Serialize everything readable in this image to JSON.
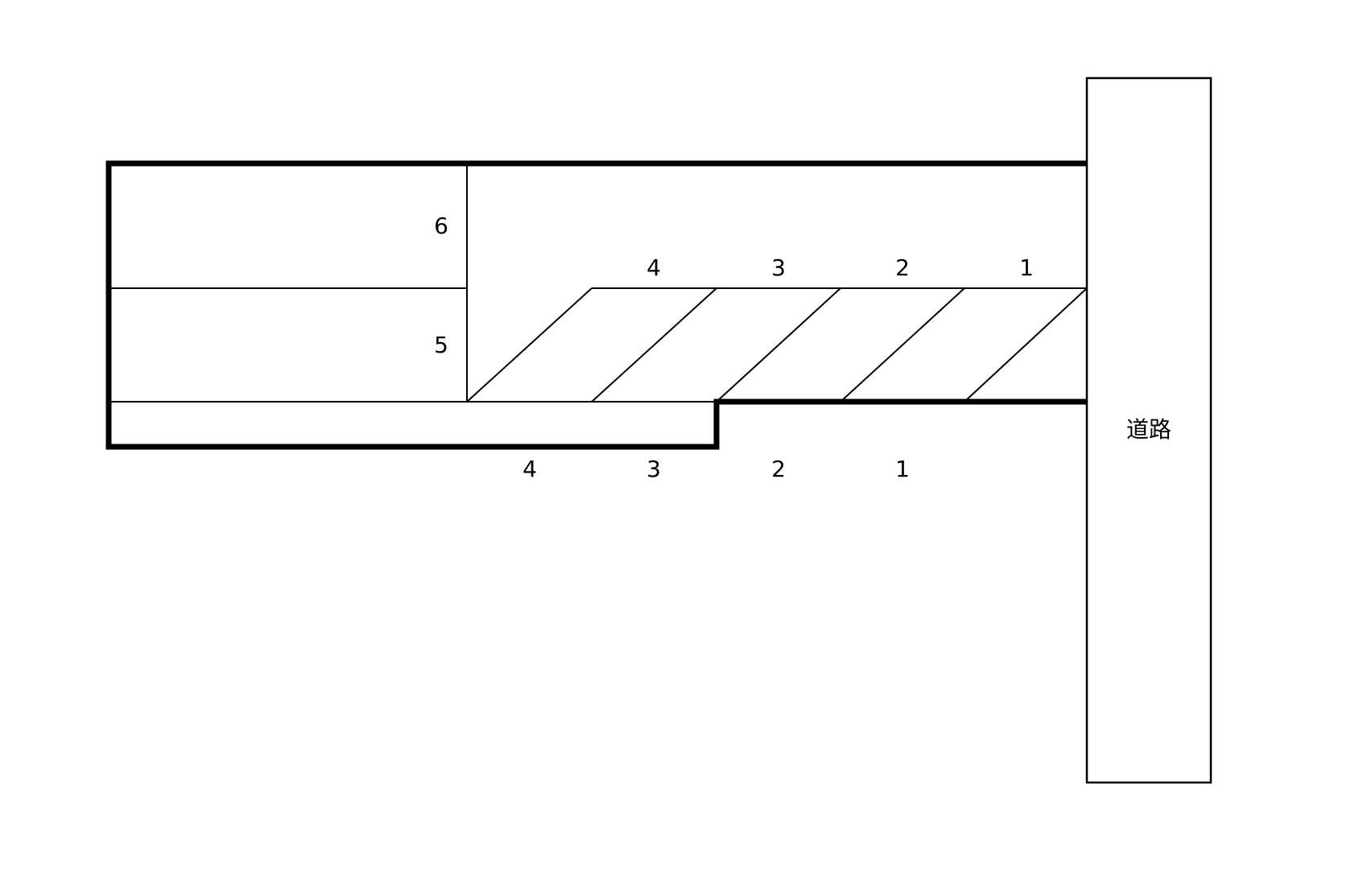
{
  "diagram": {
    "road_label": "道路",
    "upper_numbers": [
      "4",
      "3",
      "2",
      "1"
    ],
    "lower_numbers": [
      "4",
      "3",
      "2",
      "1"
    ],
    "left_numbers": [
      "6",
      "5"
    ],
    "line_color": "#000000",
    "background": "#ffffff"
  }
}
